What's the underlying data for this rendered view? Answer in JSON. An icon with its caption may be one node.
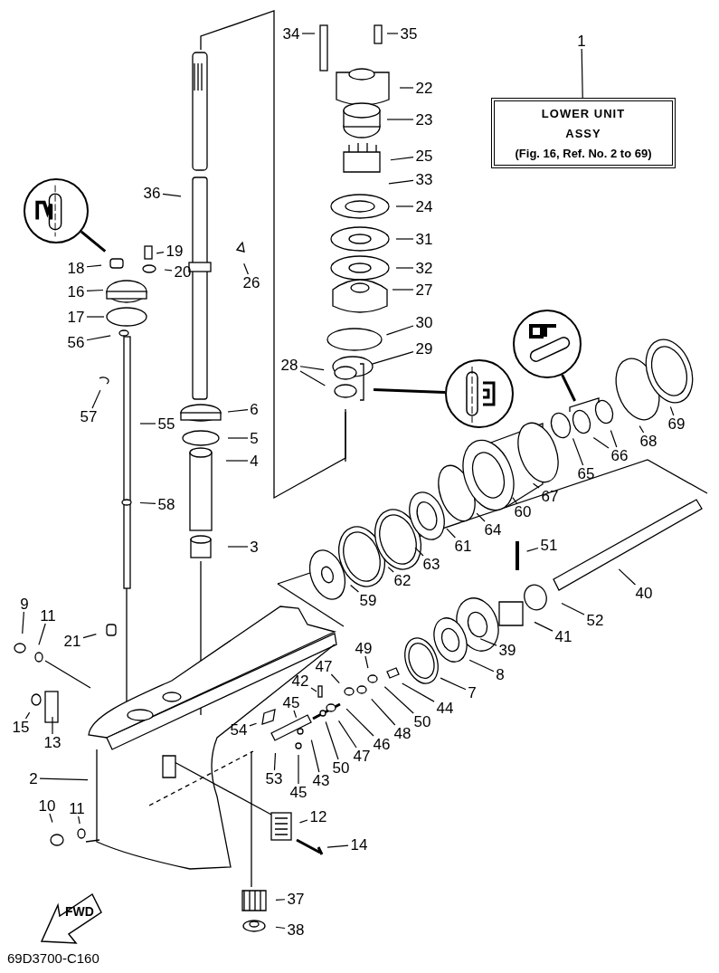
{
  "diagram": {
    "nodes": [
      {
        "text": [
          "LOWER UNIT",
          "ASSY",
          "(Fig. 16, Ref. No. 2 to 69)"
        ]
      },
      {
        "text": [
          "1"
        ]
      },
      {
        "text": [
          "34"
        ]
      },
      {
        "text": [
          "35"
        ]
      },
      {
        "text": [
          "22"
        ]
      },
      {
        "text": [
          "23"
        ]
      },
      {
        "text": [
          "25"
        ]
      },
      {
        "text": [
          "33"
        ]
      },
      {
        "text": [
          "24"
        ]
      },
      {
        "text": [
          "31"
        ]
      },
      {
        "text": [
          "32"
        ]
      },
      {
        "text": [
          "27"
        ]
      },
      {
        "text": [
          "36"
        ]
      },
      {
        "text": [
          "19"
        ]
      },
      {
        "text": [
          "18"
        ]
      },
      {
        "text": [
          "20"
        ]
      },
      {
        "text": [
          "26"
        ]
      },
      {
        "text": [
          "16"
        ]
      },
      {
        "text": [
          "17"
        ]
      },
      {
        "text": [
          "30"
        ]
      },
      {
        "text": [
          "56"
        ]
      },
      {
        "text": [
          "29"
        ]
      },
      {
        "text": [
          "28"
        ]
      },
      {
        "text": [
          "57"
        ]
      },
      {
        "text": [
          "55"
        ]
      },
      {
        "text": [
          "6"
        ]
      },
      {
        "text": [
          "5"
        ]
      },
      {
        "text": [
          "4"
        ]
      },
      {
        "text": [
          "69"
        ]
      },
      {
        "text": [
          "68"
        ]
      },
      {
        "text": [
          "66"
        ]
      },
      {
        "text": [
          "65"
        ]
      },
      {
        "text": [
          "67"
        ]
      },
      {
        "text": [
          "58"
        ]
      },
      {
        "text": [
          "60"
        ]
      },
      {
        "text": [
          "64"
        ]
      },
      {
        "text": [
          "61"
        ]
      },
      {
        "text": [
          "3"
        ]
      },
      {
        "text": [
          "51"
        ]
      },
      {
        "text": [
          "63"
        ]
      },
      {
        "text": [
          "62"
        ]
      },
      {
        "text": [
          "40"
        ]
      },
      {
        "text": [
          "59"
        ]
      },
      {
        "text": [
          "52"
        ]
      },
      {
        "text": [
          "9"
        ]
      },
      {
        "text": [
          "11"
        ]
      },
      {
        "text": [
          "41"
        ]
      },
      {
        "text": [
          "21"
        ]
      },
      {
        "text": [
          "39"
        ]
      },
      {
        "text": [
          "49"
        ]
      },
      {
        "text": [
          "8"
        ]
      },
      {
        "text": [
          "47"
        ]
      },
      {
        "text": [
          "42"
        ]
      },
      {
        "text": [
          "45"
        ]
      },
      {
        "text": [
          "7"
        ]
      },
      {
        "text": [
          "44"
        ]
      },
      {
        "text": [
          "50"
        ]
      },
      {
        "text": [
          "15"
        ]
      },
      {
        "text": [
          "54"
        ]
      },
      {
        "text": [
          "48"
        ]
      },
      {
        "text": [
          "13"
        ]
      },
      {
        "text": [
          "46"
        ]
      },
      {
        "text": [
          "47"
        ]
      },
      {
        "text": [
          "50"
        ]
      },
      {
        "text": [
          "53"
        ]
      },
      {
        "text": [
          "2"
        ]
      },
      {
        "text": [
          "43"
        ]
      },
      {
        "text": [
          "45"
        ]
      },
      {
        "text": [
          "10"
        ]
      },
      {
        "text": [
          "11"
        ]
      },
      {
        "text": [
          "12"
        ]
      },
      {
        "text": [
          "14"
        ]
      },
      {
        "text": [
          "37"
        ]
      },
      {
        "text": [
          "38"
        ]
      },
      {
        "text": [],
        "shape": "circle"
      },
      {
        "text": [],
        "shape": "circle"
      },
      {
        "text": [],
        "shape": "circle"
      }
    ],
    "edges": [
      {
        "from": 1,
        "to": 0,
        "arrow": "none"
      },
      {
        "from": 2,
        "to": null,
        "arrow": "none"
      },
      {
        "from": 3,
        "to": null,
        "arrow": "none"
      },
      {
        "from": 4,
        "to": null,
        "arrow": "none"
      },
      {
        "from": 5,
        "to": null,
        "arrow": "none"
      },
      {
        "from": 6,
        "to": null,
        "arrow": "none"
      },
      {
        "from": 7,
        "to": null,
        "arrow": "none"
      },
      {
        "from": 8,
        "to": null,
        "arrow": "none"
      },
      {
        "from": 9,
        "to": null,
        "arrow": "none"
      },
      {
        "from": 10,
        "to": null,
        "arrow": "none"
      },
      {
        "from": 11,
        "to": null,
        "arrow": "none"
      },
      {
        "from": 12,
        "to": null,
        "arrow": "none"
      },
      {
        "from": 13,
        "to": null,
        "arrow": "none"
      },
      {
        "from": 14,
        "to": null,
        "arrow": "none"
      },
      {
        "from": 15,
        "to": null,
        "arrow": "none"
      },
      {
        "from": 16,
        "to": null,
        "arrow": "none"
      },
      {
        "from": 17,
        "to": null,
        "arrow": "none"
      },
      {
        "from": 18,
        "to": null,
        "arrow": "none"
      },
      {
        "from": 19,
        "to": null,
        "arrow": "none"
      },
      {
        "from": 20,
        "to": null,
        "arrow": "none"
      },
      {
        "from": 21,
        "to": null,
        "arrow": "none"
      },
      {
        "from": 22,
        "to": null,
        "arrow": "none"
      },
      {
        "from": 22,
        "to": null,
        "arrow": "none"
      },
      {
        "from": 23,
        "to": null,
        "arrow": "none"
      },
      {
        "from": 24,
        "to": null,
        "arrow": "none"
      },
      {
        "from": 25,
        "to": null,
        "arrow": "none"
      },
      {
        "from": 26,
        "to": null,
        "arrow": "none"
      },
      {
        "from": 27,
        "to": null,
        "arrow": "none"
      },
      {
        "from": 28,
        "to": null,
        "arrow": "none"
      },
      {
        "from": 29,
        "to": null,
        "arrow": "none"
      },
      {
        "from": 30,
        "to": null,
        "arrow": "none"
      },
      {
        "from": 30,
        "to": null,
        "arrow": "none"
      },
      {
        "from": 31,
        "to": null,
        "arrow": "none"
      },
      {
        "from": 32,
        "to": null,
        "arrow": "none"
      },
      {
        "from": 33,
        "to": null,
        "arrow": "none"
      },
      {
        "from": 34,
        "to": null,
        "arrow": "none"
      },
      {
        "from": 35,
        "to": null,
        "arrow": "none"
      },
      {
        "from": 36,
        "to": null,
        "arrow": "none"
      },
      {
        "from": 37,
        "to": null,
        "arrow": "none"
      },
      {
        "from": 38,
        "to": null,
        "arrow": "none"
      },
      {
        "from": 39,
        "to": null,
        "arrow": "none"
      },
      {
        "from": 40,
        "to": null,
        "arrow": "none"
      },
      {
        "from": 41,
        "to": null,
        "arrow": "none"
      },
      {
        "from": 42,
        "to": null,
        "arrow": "none"
      },
      {
        "from": 43,
        "to": null,
        "arrow": "none"
      },
      {
        "from": 44,
        "to": null,
        "arrow": "none"
      },
      {
        "from": 45,
        "to": null,
        "arrow": "none"
      },
      {
        "from": 46,
        "to": null,
        "arrow": "none"
      },
      {
        "from": 47,
        "to": null,
        "arrow": "none"
      },
      {
        "from": 48,
        "to": null,
        "arrow": "none"
      },
      {
        "from": 49,
        "to": null,
        "arrow": "none"
      },
      {
        "from": 50,
        "to": null,
        "arrow": "none"
      },
      {
        "from": 51,
        "to": null,
        "arrow": "none"
      },
      {
        "from": 52,
        "to": null,
        "arrow": "none"
      },
      {
        "from": 53,
        "to": null,
        "arrow": "none"
      },
      {
        "from": 54,
        "to": null,
        "arrow": "none"
      },
      {
        "from": 55,
        "to": null,
        "arrow": "none"
      },
      {
        "from": 56,
        "to": null,
        "arrow": "none"
      },
      {
        "from": 57,
        "to": null,
        "arrow": "none"
      },
      {
        "from": 58,
        "to": null,
        "arrow": "none"
      },
      {
        "from": 59,
        "to": null,
        "arrow": "none"
      },
      {
        "from": 60,
        "to": null,
        "arrow": "none"
      },
      {
        "from": 61,
        "to": null,
        "arrow": "none"
      },
      {
        "from": 62,
        "to": null,
        "arrow": "none"
      },
      {
        "from": 63,
        "to": null,
        "arrow": "none"
      },
      {
        "from": 64,
        "to": null,
        "arrow": "none"
      },
      {
        "from": 65,
        "to": null,
        "arrow": "none"
      },
      {
        "from": 66,
        "to": null,
        "arrow": "none"
      },
      {
        "from": 67,
        "to": null,
        "arrow": "none"
      },
      {
        "from": 68,
        "to": null,
        "arrow": "none"
      },
      {
        "from": 69,
        "to": null,
        "arrow": "none"
      },
      {
        "from": 70,
        "to": null,
        "arrow": "none"
      },
      {
        "from": 71,
        "to": null,
        "arrow": "none"
      },
      {
        "from": 72,
        "to": null,
        "arrow": "none"
      },
      {
        "from": 73,
        "to": null,
        "arrow": "none"
      },
      {
        "from": 74,
        "to": null,
        "arrow": "none",
        "style": "thick"
      },
      {
        "from": 75,
        "to": null,
        "arrow": "none",
        "style": "thick"
      },
      {
        "from": 76,
        "to": null,
        "arrow": "none",
        "style": "thick"
      }
    ],
    "labels": [
      "FWD",
      "69D3700-C160"
    ]
  }
}
